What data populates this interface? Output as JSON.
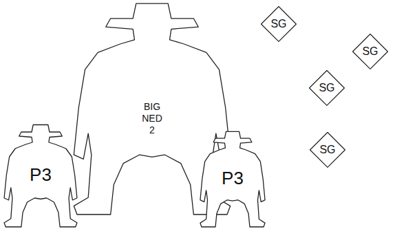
{
  "diagram": {
    "nodes": [
      {
        "text": [
          "BIG NED 2"
        ]
      },
      {
        "text": [
          "P3"
        ]
      },
      {
        "text": [
          "P3"
        ]
      },
      {
        "text": [
          "SG"
        ]
      },
      {
        "text": [
          "SG"
        ]
      },
      {
        "text": [
          "SG"
        ]
      },
      {
        "text": [
          "SG"
        ]
      }
    ]
  }
}
